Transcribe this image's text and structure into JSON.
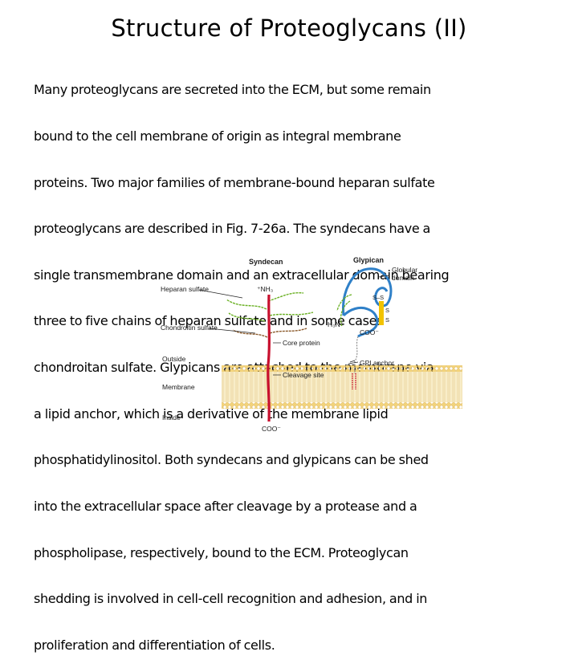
{
  "title": "Structure of Proteoglycans (II)",
  "paragraph_lines": [
    "Many proteoglycans are secreted into the ECM, but some remain",
    "bound to the cell membrane of origin as integral membrane",
    "proteins. Two major families of membrane-bound heparan sulfate",
    "proteoglycans are described in Fig. 7-26a. The syndecans have a",
    "single transmembrane domain and an extracellular domain bearing",
    "three to five chains of heparan sulfate and in some cases",
    "chondroitan sulfate. Glypicans are attached to the membrane via",
    "a lipid anchor, which is a derivative of the membrane lipid",
    "phosphatidylinositol. Both syndecans and glypicans can be shed",
    "into the extracellular space after cleavage by a protease and a",
    "phospholipase, respectively, bound to the ECM. Proteoglycan",
    "shedding is involved in cell-cell recognition and adhesion, and in",
    "proliferation and differentiation of cells."
  ],
  "figure": {
    "syndecan_label": "Syndecan",
    "glypican_label": "Glypican",
    "globular_domain_label_1": "Globular",
    "globular_domain_label_2": "domain",
    "heparan_sulfate_label": "Heparan sulfate",
    "chondroitin_sulfate_label": "Chondroitin sulfate",
    "outside_label": "Outside",
    "membrane_label": "Membrane",
    "inside_label": "Inside",
    "core_protein_label": "Core protein",
    "cleavage_site_label": "Cleavage site",
    "gpi_anchor_label": "GPI anchor",
    "nh3_syndecan": "⁺NH₃",
    "h3n_glypican": "H₃N⁺",
    "coo_glypican": "COO⁻",
    "coo_syndecan": "COO⁻",
    "ss_1": "S–S",
    "ss_2": "S",
    "ss_3": "S",
    "colors": {
      "syndecan_core": "#c8102e",
      "heparan_sulfate": "#6ab023",
      "chondroitin_sulfate": "#8b5a2b",
      "glypican_core": "#2f80c8",
      "disulfide": "#f2c300",
      "membrane_head": "#f3d37a",
      "membrane_tail": "#f6e6b0",
      "leader_lines": "#222222"
    }
  }
}
